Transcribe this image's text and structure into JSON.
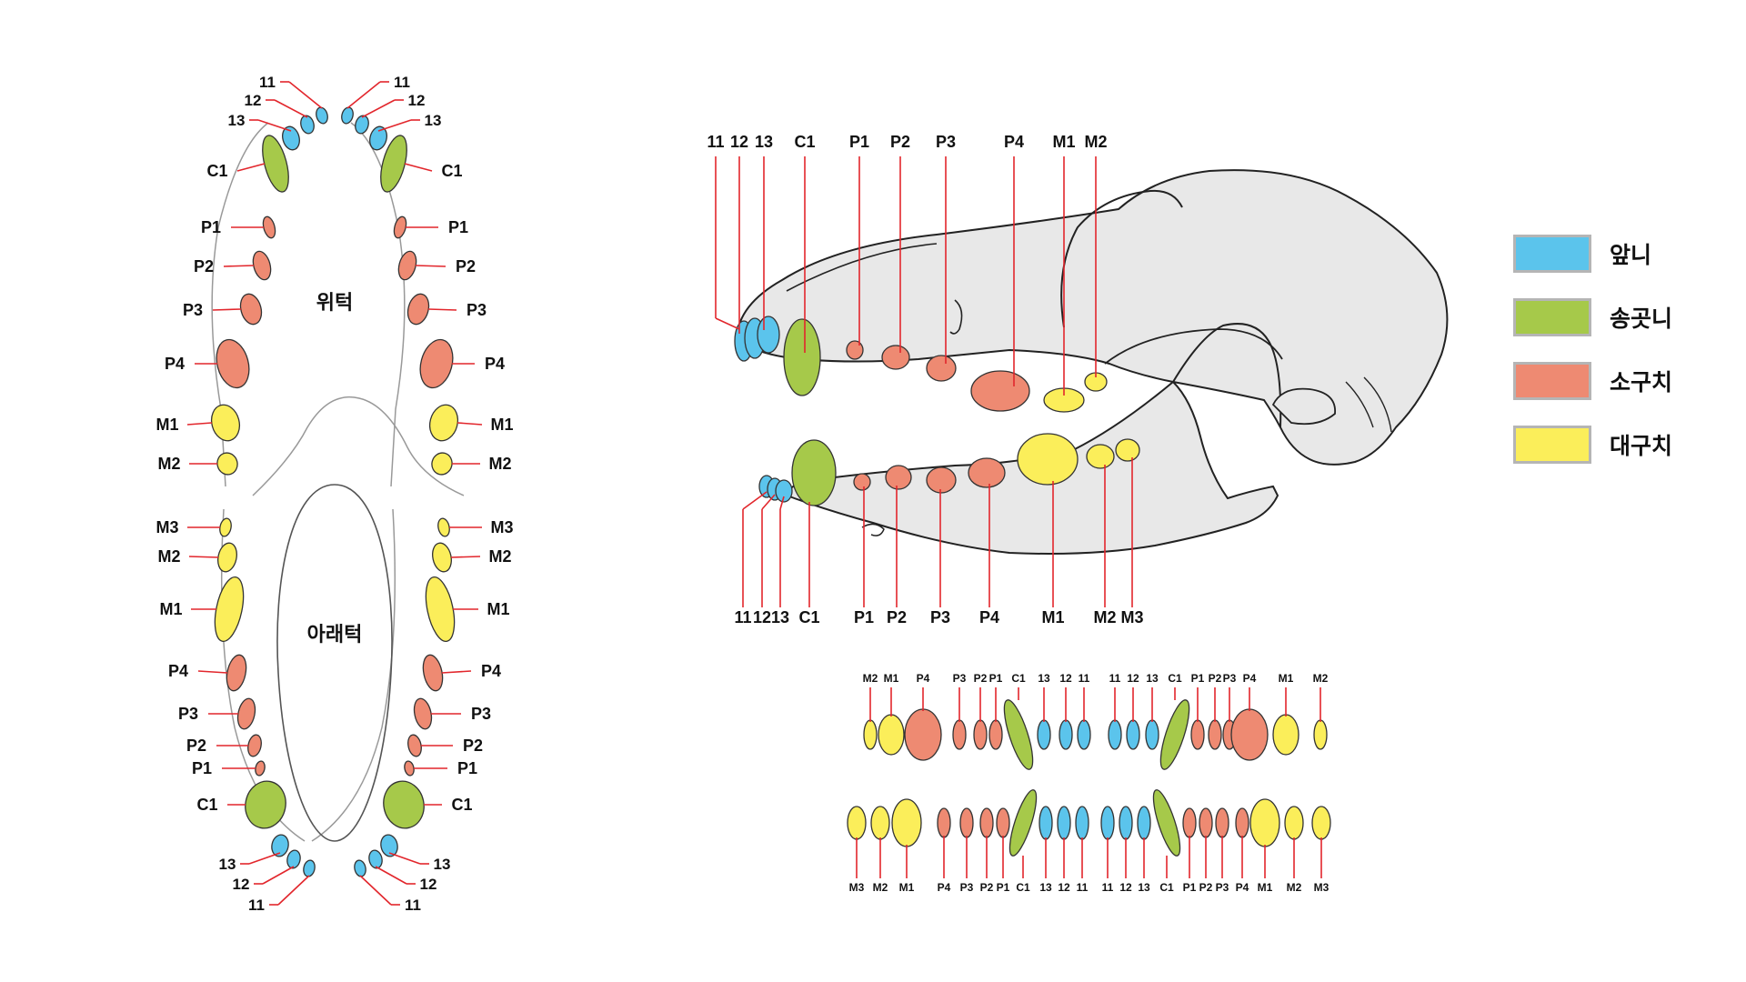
{
  "colors": {
    "incisor": "#5bc4ec",
    "canine": "#a6c94a",
    "premolar": "#ee8a72",
    "molar": "#fbee5a",
    "leader": "#e2262c",
    "skull_fill": "#e8e8e8",
    "outline": "#222222"
  },
  "legend": [
    {
      "label": "앞니",
      "color": "#5bc4ec",
      "icon": "incisor-swatch"
    },
    {
      "label": "송곳니",
      "color": "#a6c94a",
      "icon": "canine-swatch"
    },
    {
      "label": "소구치",
      "color": "#ee8a72",
      "icon": "premolar-swatch"
    },
    {
      "label": "대구치",
      "color": "#fbee5a",
      "icon": "molar-swatch"
    }
  ],
  "arch": {
    "upper_label": "위턱",
    "lower_label": "아래턱",
    "upper_labels": [
      "11",
      "12",
      "13",
      "C1",
      "P1",
      "P2",
      "P3",
      "P4",
      "M1",
      "M2"
    ],
    "lower_labels": [
      "M3",
      "M2",
      "M1",
      "P4",
      "P3",
      "P2",
      "P1",
      "C1",
      "13",
      "12",
      "11"
    ]
  },
  "lateral": {
    "top_labels": [
      "11",
      "12",
      "13",
      "C1",
      "P1",
      "P2",
      "P3",
      "P4",
      "M1",
      "M2"
    ],
    "bottom_labels": [
      "11",
      "12",
      "13",
      "C1",
      "P1",
      "P2",
      "P3",
      "P4",
      "M1",
      "M2",
      "M3"
    ]
  },
  "chart_strip": {
    "upper_labels": [
      "M2",
      "M1",
      "P4",
      "P3",
      "P2",
      "P1",
      "C1",
      "13",
      "12",
      "11",
      "11",
      "12",
      "13",
      "C1",
      "P1",
      "P2",
      "P3",
      "P4",
      "M1",
      "M2"
    ],
    "lower_labels": [
      "M3",
      "M2",
      "M1",
      "P4",
      "P3",
      "P2",
      "P1",
      "C1",
      "13",
      "12",
      "11",
      "11",
      "12",
      "13",
      "C1",
      "P1",
      "P2",
      "P3",
      "P4",
      "M1",
      "M2",
      "M3"
    ]
  }
}
